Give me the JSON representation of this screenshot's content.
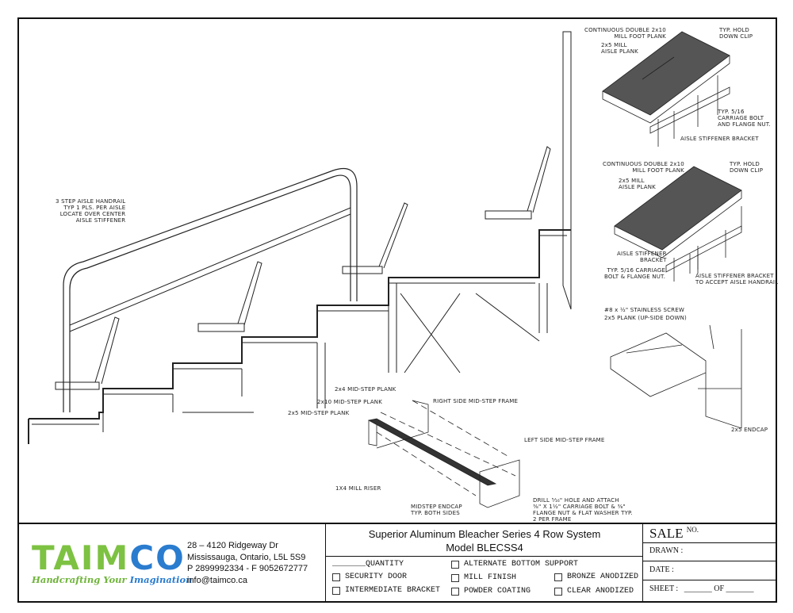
{
  "drawing_labels": {
    "handrail": [
      "3 STEP AISLE HANDRAIL",
      "TYP 1 PLS. PER AISLE",
      "LOCATE OVER CENTER",
      "AISLE STIFFENER"
    ],
    "detail1": {
      "foot_plank": [
        "CONTINUOUS DOUBLE 2x10",
        "MILL FOOT PLANK"
      ],
      "aisle_plank": [
        "2x5 MILL",
        "AISLE PLANK"
      ],
      "clip": [
        "TYP. HOLD",
        "DOWN CLIP"
      ],
      "bolt": [
        "TYP. 5/16",
        "CARRIAGE BOLT",
        "AND FLANGE NUT."
      ],
      "bracket": "AISLE STIFFENER BRACKET"
    },
    "detail2": {
      "foot_plank": [
        "CONTINUOUS DOUBLE 2x10",
        "MILL FOOT PLANK"
      ],
      "aisle_plank": [
        "2x5 MILL",
        "AISLE PLANK"
      ],
      "clip": [
        "TYP. HOLD",
        "DOWN CLIP"
      ],
      "bracket": [
        "AISLE STIFFENER",
        "BRACKET"
      ],
      "bolt": [
        "TYP. 5/16 CARRIAGE",
        "BOLT & FLANGE NUT."
      ],
      "bracket_rail": [
        "AISLE STIFFENER BRACKET",
        "TO ACCEPT AISLE HANDRAIL"
      ]
    },
    "detail3": {
      "screw": "#8 x ½\" STAINLESS SCREW",
      "plank": "2x5 PLANK (UP-SIDE DOWN)",
      "endcap": "2x5 ENDCAP"
    },
    "midstep": {
      "p24": "2x4 MID-STEP PLANK",
      "p210": "2x10 MID-STEP PLANK",
      "p25": "2x5 MID-STEP PLANK",
      "right_frame": "RIGHT SIDE MID-STEP FRAME",
      "left_frame": "LEFT SIDE MID-STEP FRAME",
      "riser": "1X4 MILL RISER",
      "endcap": [
        "MIDSTEP ENDCAP",
        "TYP. BOTH SIDES"
      ],
      "drill": [
        "DRILL ⁵⁄₁₆\" HOLE AND ATTACH",
        "⅜\" X 1½\" CARRIAGE BOLT & ⅜\"",
        "FLANGE NUT & FLAT WASHER TYP.",
        "2 PER FRAME"
      ]
    }
  },
  "title_block": {
    "logo_text": "TAIMCO",
    "tagline_a": "Handcrafting Your ",
    "tagline_b": "Imagination",
    "address": [
      "28 – 4120 Ridgeway Dr",
      "Mississauga, Ontario, L5L 5S9",
      "P 2899992334 - F 9052672777",
      "info@taimco.ca"
    ],
    "title": "Superior Aluminum Bleacher Series 4 Row System",
    "model": "Model BLECSS4",
    "quantity": "_______QUANTITY",
    "options": [
      "SECURITY DOOR",
      "INTERMEDIATE BRACKET",
      "ALTERNATE BOTTOM SUPPORT",
      "MILL FINISH",
      "POWDER COATING",
      "BRONZE ANODIZED",
      "CLEAR ANODIZED"
    ],
    "sale": "SALE",
    "sale_no": "NO.",
    "drawn": "DRAWN :",
    "date": "DATE :",
    "sheet": "SHEET :",
    "sheet_of": "_______  OF  _______"
  }
}
